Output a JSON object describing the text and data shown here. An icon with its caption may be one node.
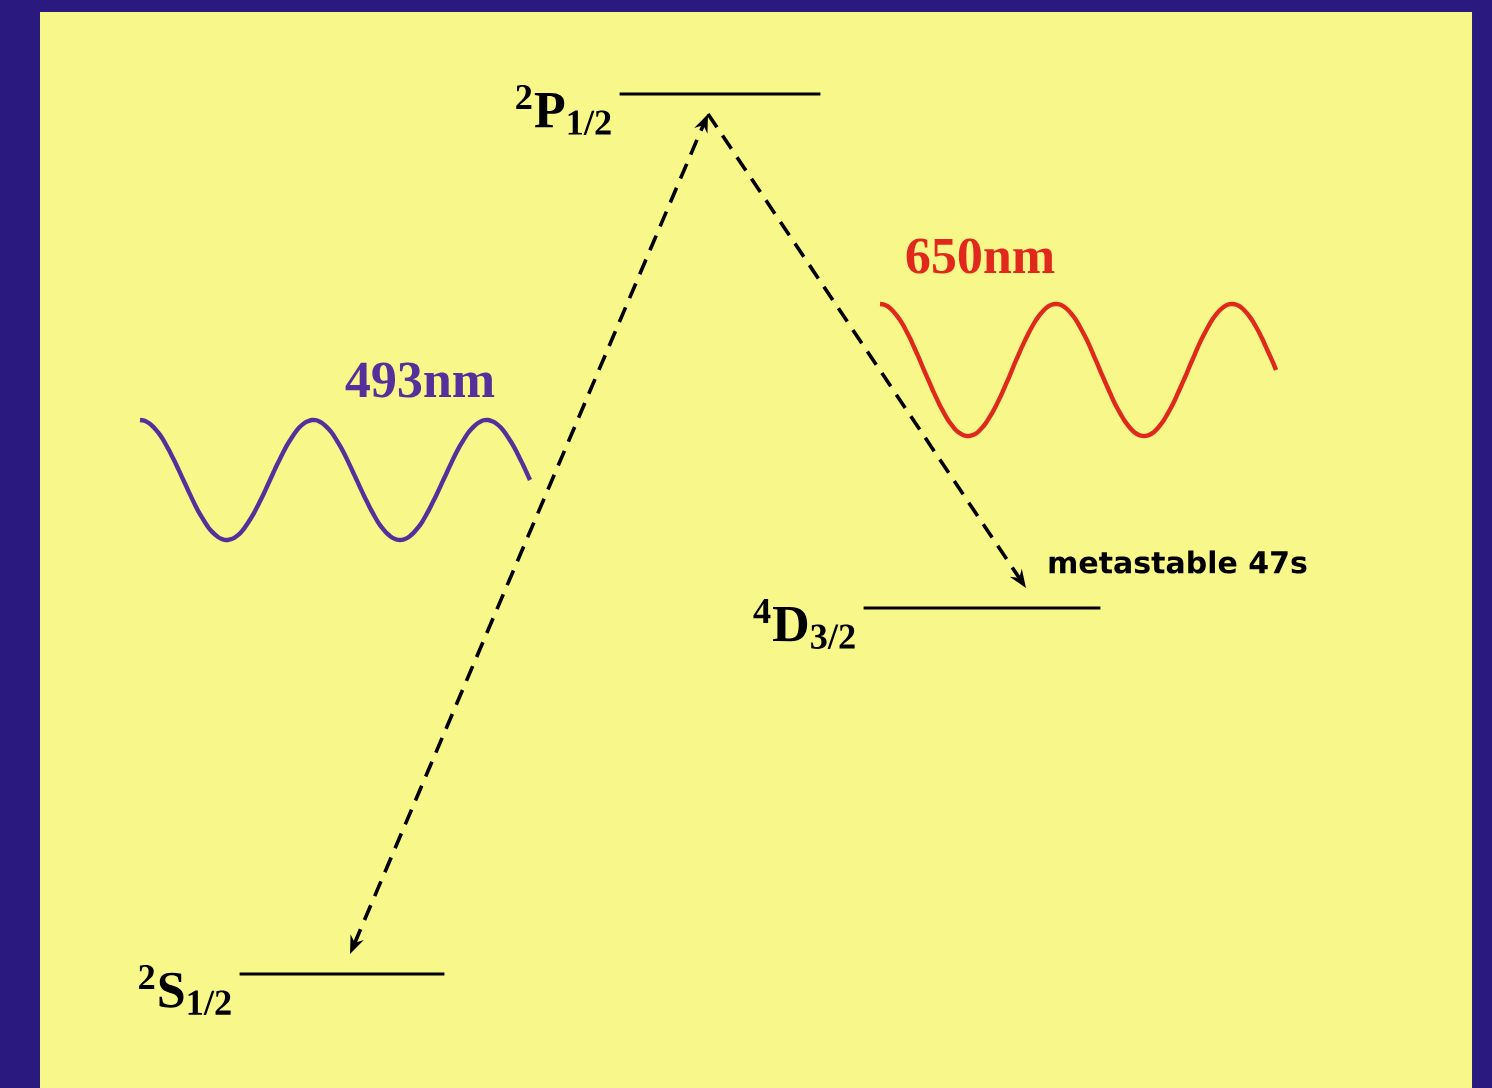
{
  "diagram": {
    "nodes": [
      {
        "text": [
          "$^{2}$P$_{1/2}$"
        ]
      },
      {
        "text": [
          "$^{4}$D$_{3/2}$"
        ],
        "beside": [
          "metastable 47s"
        ]
      },
      {
        "text": [
          "$^{2}$S$_{1/2}$"
        ]
      }
    ],
    "edges": [
      {
        "from": 2,
        "to": 0,
        "arrow": "both",
        "style": "dashed",
        "label": "493nm"
      },
      {
        "from": 0,
        "to": 1,
        "arrow": "to",
        "style": "dashed",
        "label": "650nm"
      }
    ]
  }
}
